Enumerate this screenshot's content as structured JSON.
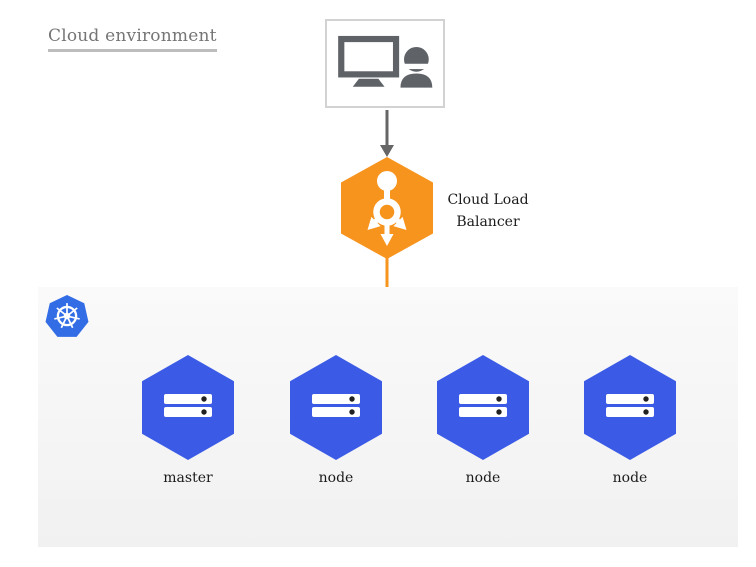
{
  "title": "Cloud environment",
  "colors": {
    "orange": "#F7941E",
    "node_blue": "#3B5BE6",
    "kubernetes_blue": "#326DE6",
    "icon_gray": "#5F6368",
    "arrow_gray": "#666666",
    "title_gray": "#757575",
    "underline_gray": "#BDBDBD",
    "panel_top": "#FAFAFA",
    "panel_bottom": "#F1F1F1",
    "label_dark": "#1B1B1B"
  },
  "client": {
    "icon": "monitor-user-icon"
  },
  "load_balancer": {
    "icon": "load-balancer-icon",
    "label_line1": "Cloud Load",
    "label_line2": "Balancer"
  },
  "cluster": {
    "logo": "kubernetes-logo",
    "nodes": [
      {
        "label": "master",
        "icon": "server-icon"
      },
      {
        "label": "node",
        "icon": "server-icon"
      },
      {
        "label": "node",
        "icon": "server-icon"
      },
      {
        "label": "node",
        "icon": "server-icon"
      }
    ]
  }
}
